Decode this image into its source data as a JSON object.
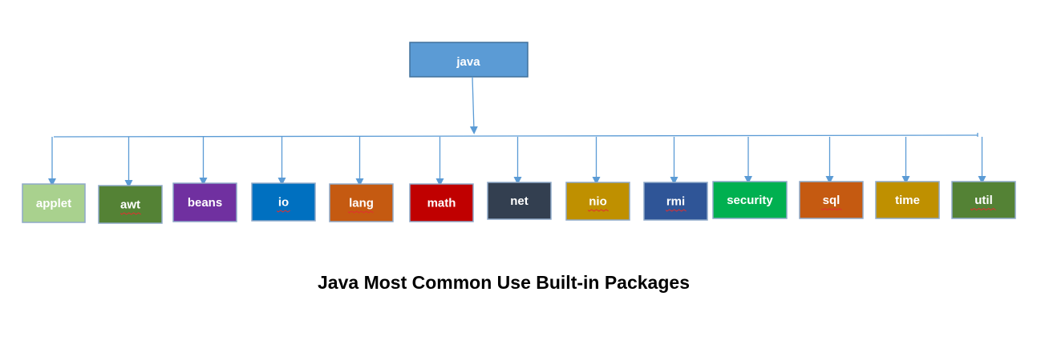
{
  "root": {
    "label": "java",
    "fill": "#5b9bd5",
    "border": "#41719c",
    "text_color": "#ffffff"
  },
  "connector_color": "#5b9bd5",
  "packages": [
    {
      "label": "applet",
      "fill": "#a9d18e",
      "underlined": false
    },
    {
      "label": "awt",
      "fill": "#548235",
      "underlined": true
    },
    {
      "label": "beans",
      "fill": "#7030a0",
      "underlined": false
    },
    {
      "label": "io",
      "fill": "#0070c0",
      "underlined": true
    },
    {
      "label": "lang",
      "fill": "#c55a11",
      "underlined": true
    },
    {
      "label": "math",
      "fill": "#c00000",
      "underlined": false
    },
    {
      "label": "net",
      "fill": "#333f50",
      "underlined": false
    },
    {
      "label": "nio",
      "fill": "#bf9000",
      "underlined": true
    },
    {
      "label": "rmi",
      "fill": "#2f5597",
      "underlined": true
    },
    {
      "label": "security",
      "fill": "#00b050",
      "underlined": false
    },
    {
      "label": "sql",
      "fill": "#c55a11",
      "underlined": true
    },
    {
      "label": "time",
      "fill": "#bf9000",
      "underlined": false
    },
    {
      "label": "util",
      "fill": "#548235",
      "underlined": true
    }
  ],
  "box_border": "#8ea9c8",
  "text_color": "#ffffff",
  "caption": "Java Most Common Use Built-in Packages"
}
